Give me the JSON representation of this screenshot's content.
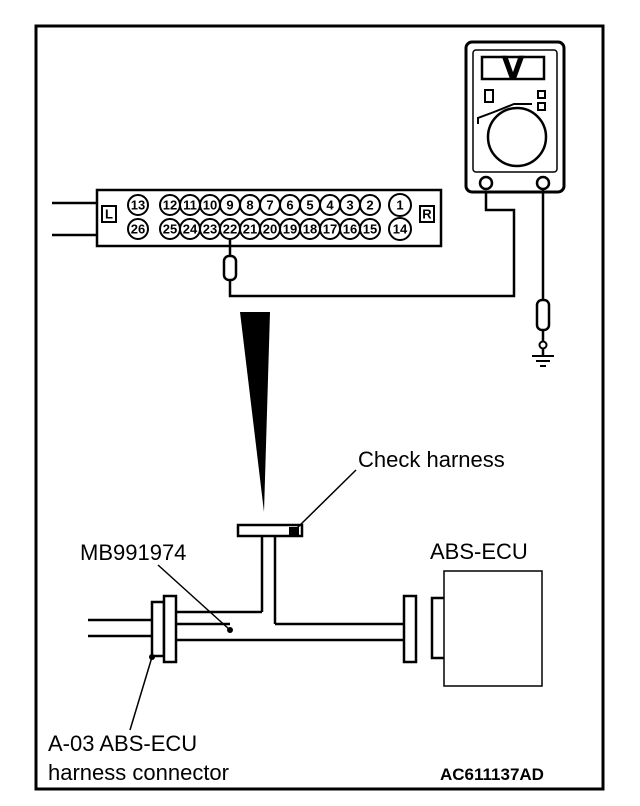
{
  "labels": {
    "check_harness": "Check harness",
    "special_tool": "MB991974",
    "abs_ecu": "ABS-ECU",
    "connector_line1": "A-03 ABS-ECU",
    "connector_line2": "harness connector",
    "figure_code": "AC611137AD"
  },
  "connector": {
    "left_marker": "L",
    "right_marker": "R",
    "top_pins": [
      "13",
      "12",
      "11",
      "10",
      "9",
      "8",
      "7",
      "6",
      "5",
      "4",
      "3",
      "2",
      "1"
    ],
    "bottom_pins": [
      "26",
      "25",
      "24",
      "23",
      "22",
      "21",
      "20",
      "19",
      "18",
      "17",
      "16",
      "15",
      "14"
    ],
    "probed_pin": "22"
  },
  "meter": {
    "display_symbol": "V"
  }
}
